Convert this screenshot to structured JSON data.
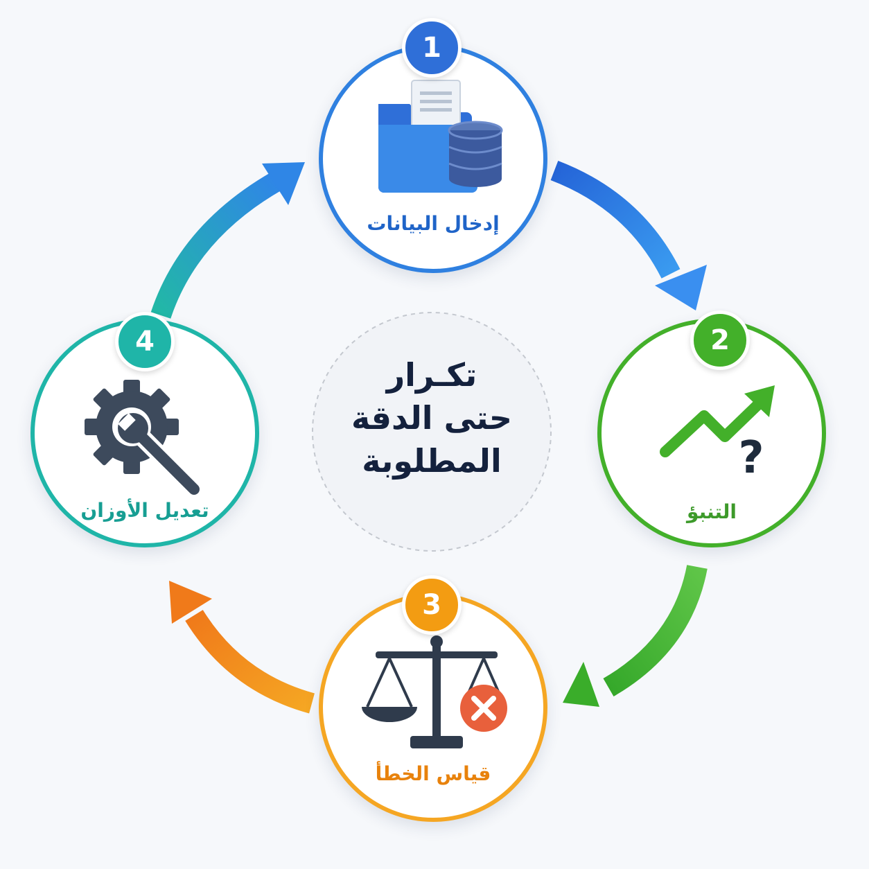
{
  "center": {
    "line1": "تكـرار",
    "line2": "حتى الدقة",
    "line3": "المطلوبة"
  },
  "steps": [
    {
      "number": "1",
      "label": "إدخال البيانات",
      "color": "#2f80e0",
      "icon": "folder-database-icon"
    },
    {
      "number": "2",
      "label": "التنبؤ",
      "color": "#43b02a",
      "icon": "trend-question-icon"
    },
    {
      "number": "3",
      "label": "قياس الخطأ",
      "color": "#f39c12",
      "icon": "scale-error-icon"
    },
    {
      "number": "4",
      "label": "تعديل الأوزان",
      "color": "#1fb5a8",
      "icon": "gear-wrench-icon"
    }
  ]
}
